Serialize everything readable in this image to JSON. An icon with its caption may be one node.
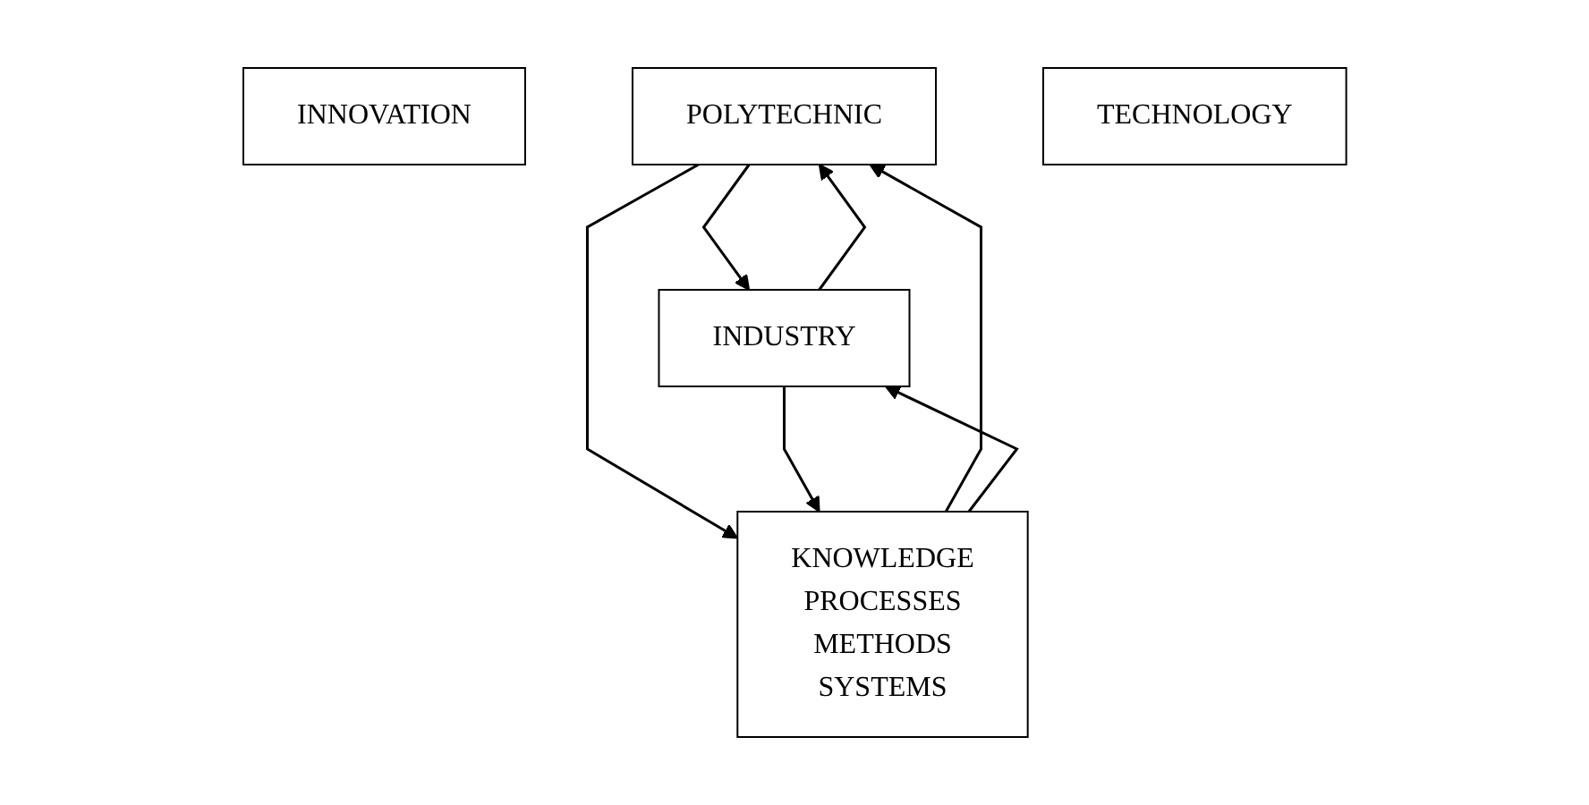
{
  "diagram": {
    "nodes": [
      {
        "text": [
          "INNOVATION"
        ]
      },
      {
        "text": [
          "POLYTECHNIC"
        ]
      },
      {
        "text": [
          "INDUSTRY"
        ]
      },
      {
        "text": [
          "TECHNOLOGY"
        ]
      },
      {
        "text": [
          "KNOWLEDGE",
          "PROCESSES",
          "METHODS",
          "SYSTEMS"
        ]
      }
    ],
    "edges": [
      {
        "from": 1,
        "to": 2,
        "arrow": "to"
      },
      {
        "from": 2,
        "to": 1,
        "arrow": "to"
      },
      {
        "from": 4,
        "to": 1,
        "arrow": "to"
      },
      {
        "from": 1,
        "to": 4,
        "arrow": "to"
      },
      {
        "from": 2,
        "to": 4,
        "arrow": "to"
      },
      {
        "from": 4,
        "to": 2,
        "arrow": "to"
      }
    ]
  }
}
